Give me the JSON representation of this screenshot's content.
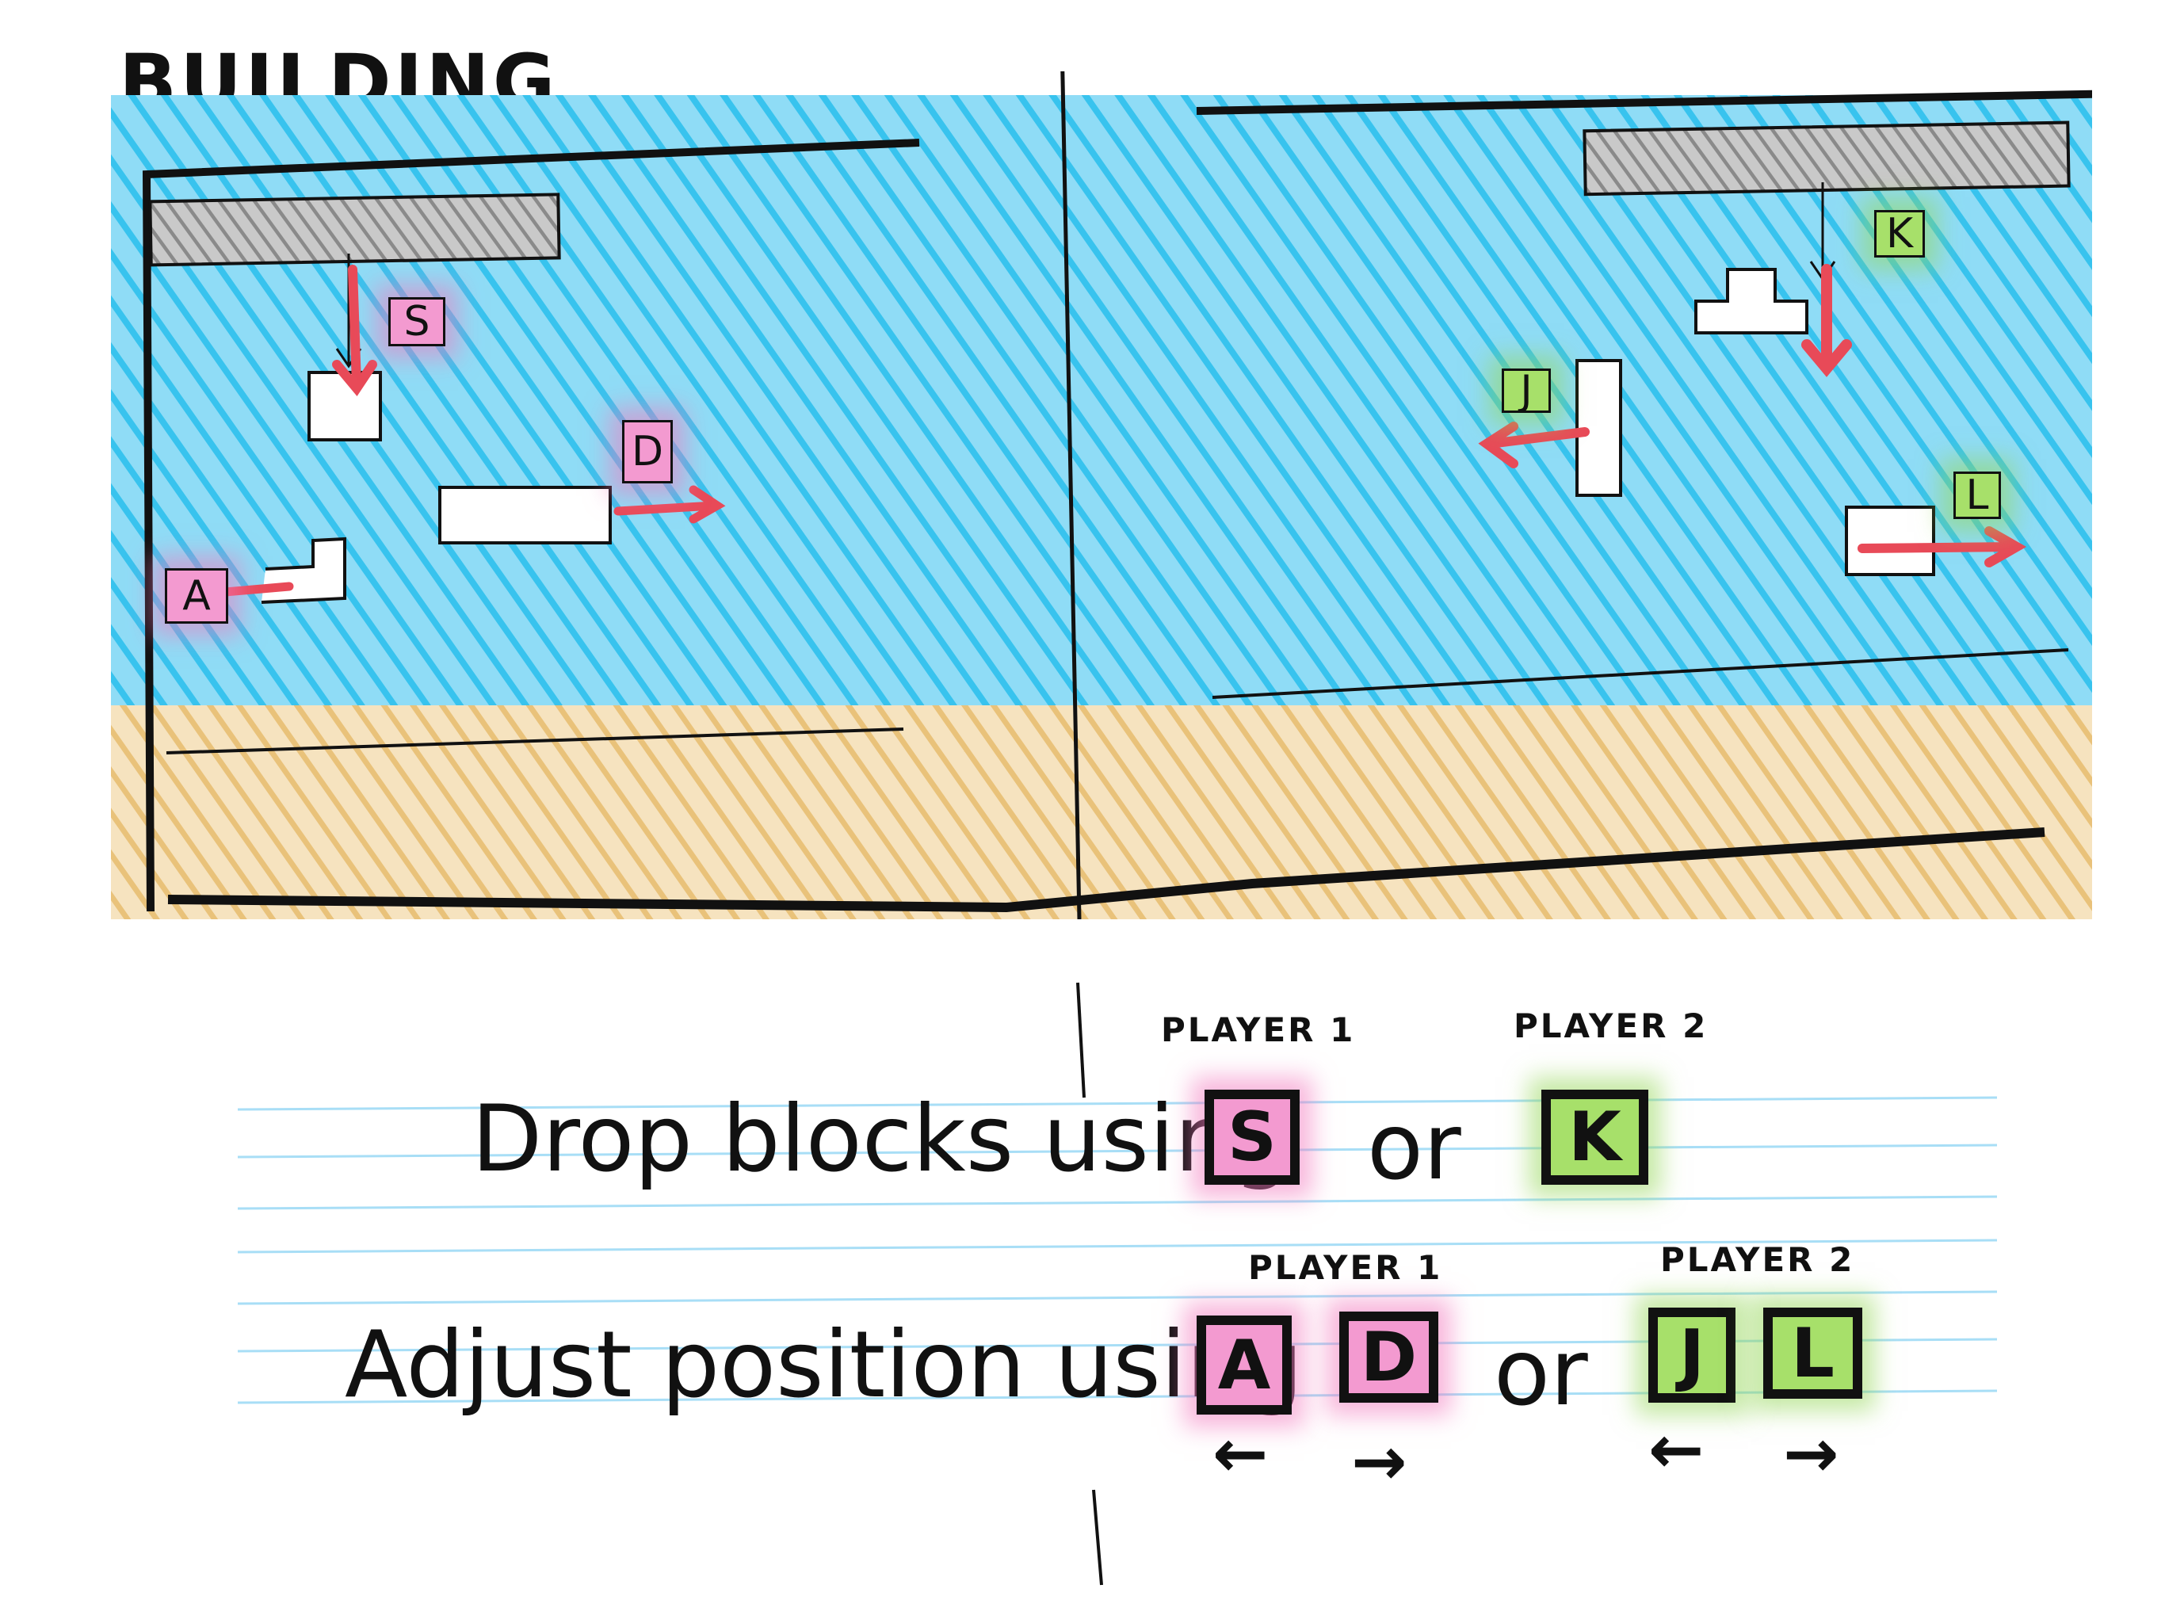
{
  "heading": "BUILDING",
  "game_screen": {
    "left_keys": {
      "drop": "S",
      "left": "A",
      "right": "D"
    },
    "right_keys": {
      "drop": "K",
      "left": "J",
      "right": "L"
    },
    "colors": {
      "sky": "#38c3ee",
      "ground": "#e9c27a",
      "platform": "#8a8a8a",
      "arrow": "#e84a58",
      "player1": "#f39ad0",
      "player2": "#a7e06a"
    }
  },
  "instructions": {
    "drop": {
      "text": "Drop blocks using",
      "player1_label": "PLAYER 1",
      "player2_label": "PLAYER 2",
      "player1_key": "S",
      "player2_key": "K",
      "or": "or"
    },
    "adjust": {
      "text": "Adjust position using",
      "player1_label": "PLAYER 1",
      "player2_label": "PLAYER 2",
      "player1_keys": [
        "A",
        "D"
      ],
      "player2_keys": [
        "J",
        "L"
      ],
      "or": "or",
      "left_arrow": "←",
      "right_arrow": "→"
    }
  }
}
